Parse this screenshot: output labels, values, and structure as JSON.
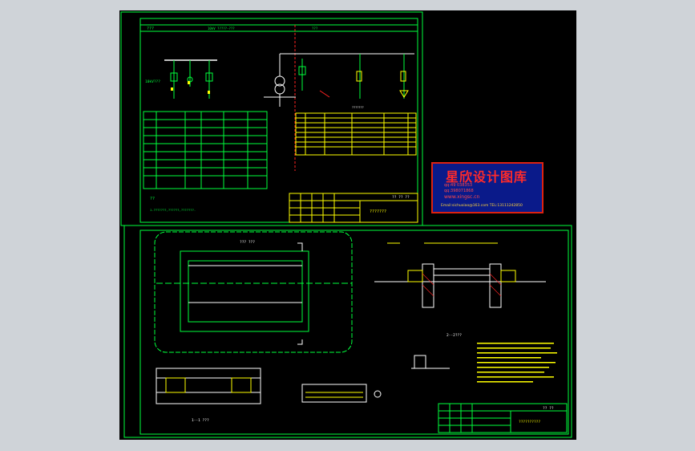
{
  "logo": {
    "title": "星欣设计图库",
    "line1": "qq:49 038353",
    "line2": "qq:398071868",
    "line3": "www.xingsc.cn",
    "line4": "Email:sichuxiao@163.com TEL:13111242850"
  },
  "sheet1": {
    "header_left": "???",
    "header_mid": "10kV  ?????-???",
    "header_right": "???",
    "section_label": "10kV???",
    "table_caption": "???????",
    "notes_title": "??",
    "notes_line": "1.???????,??????,???????.",
    "title_block_code": "?? ?? ??",
    "title_block_name": "???????"
  },
  "sheet2": {
    "section_1_1": "1--1 ???",
    "section_2_2": "2--2???",
    "plan_label": "??? ???",
    "title_block_code": "?? ??",
    "title_block_name": "??????????"
  },
  "colors": {
    "frame": "#00ff3c",
    "table": "#ffff00",
    "bus": "#ffffff",
    "accent": "#ff2222",
    "device": "#00ffff",
    "view_bg": "#000000"
  }
}
